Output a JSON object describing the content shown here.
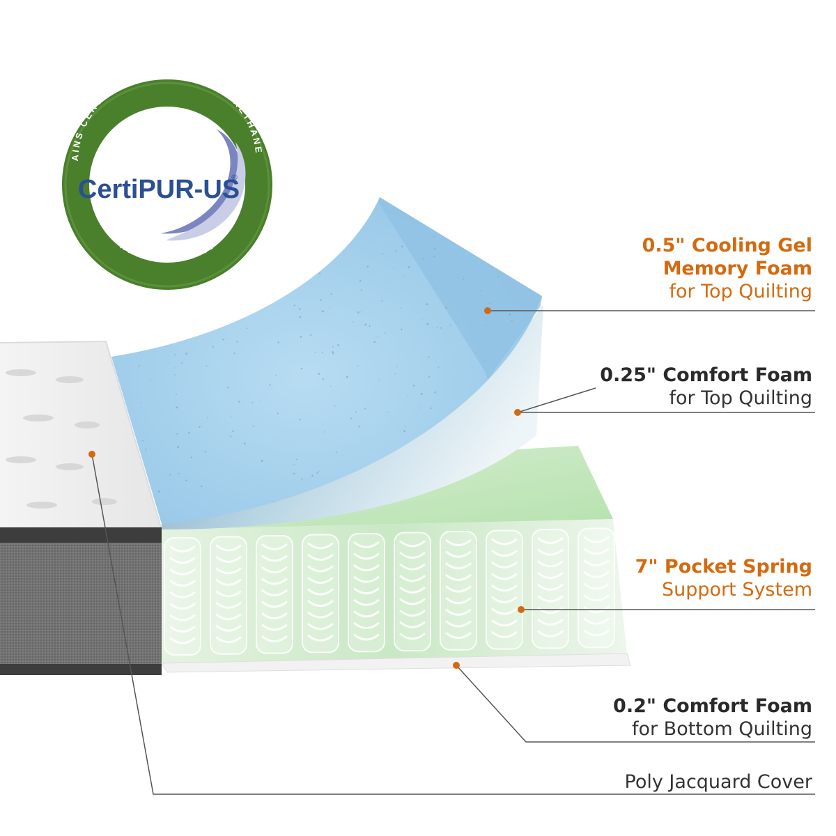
{
  "seal": {
    "brand": "CertiPUR-US",
    "registered": "®",
    "ring_top": "CONTAINS CERTIFIED FLEXIBLE POLYURETHANE FOAM",
    "ring_bottom": "WWW.CERTIPUR.US"
  },
  "layers": [
    {
      "id": "cooling-gel",
      "lines": [
        "0.5\" Cooling Gel",
        "Memory Foam",
        "for Top Quilting"
      ]
    },
    {
      "id": "comfort-top",
      "lines": [
        "0.25\" Comfort Foam",
        "for Top Quilting"
      ]
    },
    {
      "id": "pocket-spring",
      "lines": [
        "7\" Pocket Spring",
        "Support System"
      ]
    },
    {
      "id": "comfort-bottom",
      "lines": [
        "0.2\" Comfort Foam",
        "for Bottom Quilting"
      ]
    },
    {
      "id": "cover",
      "lines": [
        "Poly Jacquard Cover"
      ]
    }
  ],
  "colors": {
    "accent": "#d46a10",
    "seal_green": "#4a7f2c",
    "seal_blue": "#2a4f93",
    "gel_blue": "#a9d4ee",
    "spring_green": "#cfeacb",
    "cover_gray": "#6e6e6e"
  }
}
